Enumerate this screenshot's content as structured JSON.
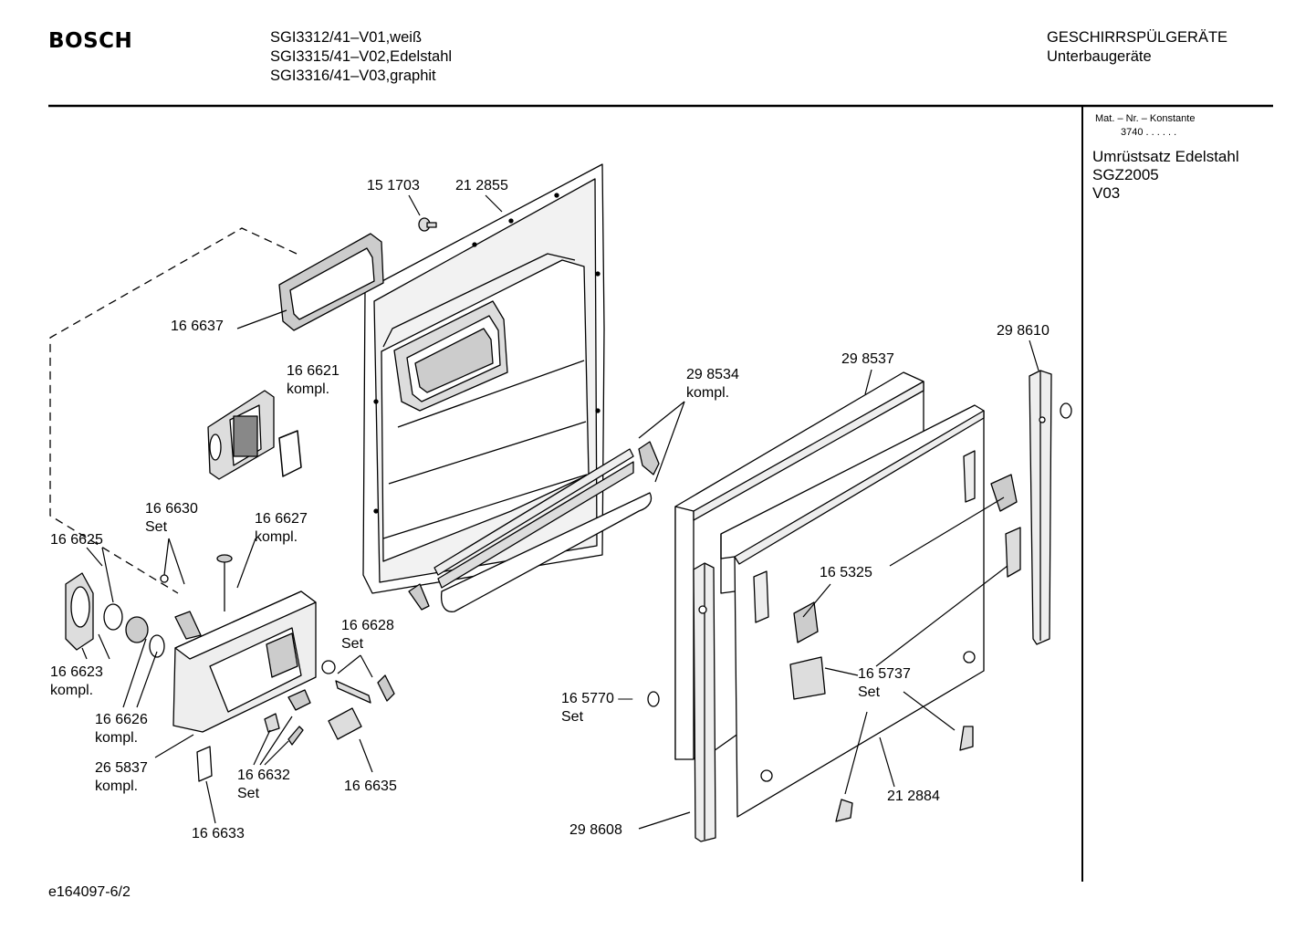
{
  "header": {
    "brand": "BOSCH",
    "models": [
      "SGI3312/41–V01,weiß",
      "SGI3315/41–V02,Edelstahl",
      "SGI3316/41–V03,graphit"
    ],
    "category": "GESCHIRRSPÜLGERÄTE",
    "subcategory": "Unterbaugeräte"
  },
  "sidebar": {
    "mat_label": "Mat. – Nr. – Konstante",
    "mat_value": "3740 .  .  .  .  .  .",
    "info": [
      "Umrüstsatz Edelstahl",
      "SGZ2005",
      "V03"
    ]
  },
  "parts": [
    {
      "id": "p151703",
      "lines": [
        "15 1703"
      ]
    },
    {
      "id": "p212855",
      "lines": [
        "21 2855"
      ]
    },
    {
      "id": "p166637",
      "lines": [
        "16 6637"
      ]
    },
    {
      "id": "p166621",
      "lines": [
        "16 6621",
        "kompl."
      ]
    },
    {
      "id": "p298534",
      "lines": [
        "29 8534",
        "kompl."
      ]
    },
    {
      "id": "p298537",
      "lines": [
        "29 8537"
      ]
    },
    {
      "id": "p298610",
      "lines": [
        "29 8610"
      ]
    },
    {
      "id": "p166630",
      "lines": [
        "16 6630",
        "Set"
      ]
    },
    {
      "id": "p166627",
      "lines": [
        "16 6627",
        "kompl."
      ]
    },
    {
      "id": "p166625",
      "lines": [
        "16 6625"
      ]
    },
    {
      "id": "p166628",
      "lines": [
        "16 6628",
        "Set"
      ]
    },
    {
      "id": "p165325",
      "lines": [
        "16 5325"
      ]
    },
    {
      "id": "p166623",
      "lines": [
        "16 6623",
        "kompl."
      ]
    },
    {
      "id": "p165737",
      "lines": [
        "16 5737",
        "Set"
      ]
    },
    {
      "id": "p165770",
      "lines": [
        "16 5770 —",
        "Set"
      ]
    },
    {
      "id": "p166626",
      "lines": [
        "16 6626",
        "kompl."
      ]
    },
    {
      "id": "p265837",
      "lines": [
        "26 5837",
        "kompl."
      ]
    },
    {
      "id": "p166632",
      "lines": [
        "16 6632",
        "Set"
      ]
    },
    {
      "id": "p166635",
      "lines": [
        "16 6635"
      ]
    },
    {
      "id": "p212884",
      "lines": [
        "21 2884"
      ]
    },
    {
      "id": "p298608",
      "lines": [
        "29 8608"
      ]
    },
    {
      "id": "p166633",
      "lines": [
        "16 6633"
      ]
    }
  ],
  "footer": {
    "doc_id": "e164097-6/2"
  }
}
